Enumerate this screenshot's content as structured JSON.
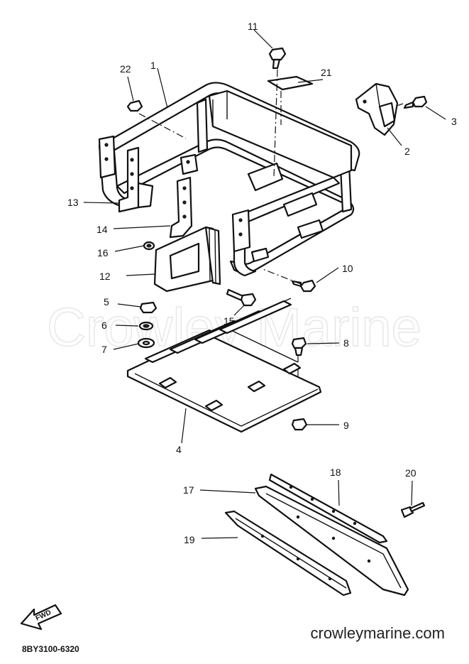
{
  "watermark": "Crowley Marine",
  "website": "crowleymarine.com",
  "diagram_code": "8BY3100-6320",
  "fwd_label": "FWD",
  "callouts": {
    "c1": "1",
    "c2": "2",
    "c3": "3",
    "c4": "4",
    "c5": "5",
    "c6": "6",
    "c7": "7",
    "c8": "8",
    "c9": "9",
    "c10": "10",
    "c11": "11",
    "c12": "12",
    "c13": "13",
    "c14": "14",
    "c15": "15",
    "c16": "16",
    "c17": "17",
    "c18": "18",
    "c19": "19",
    "c20": "20",
    "c21": "21",
    "c22": "22"
  }
}
